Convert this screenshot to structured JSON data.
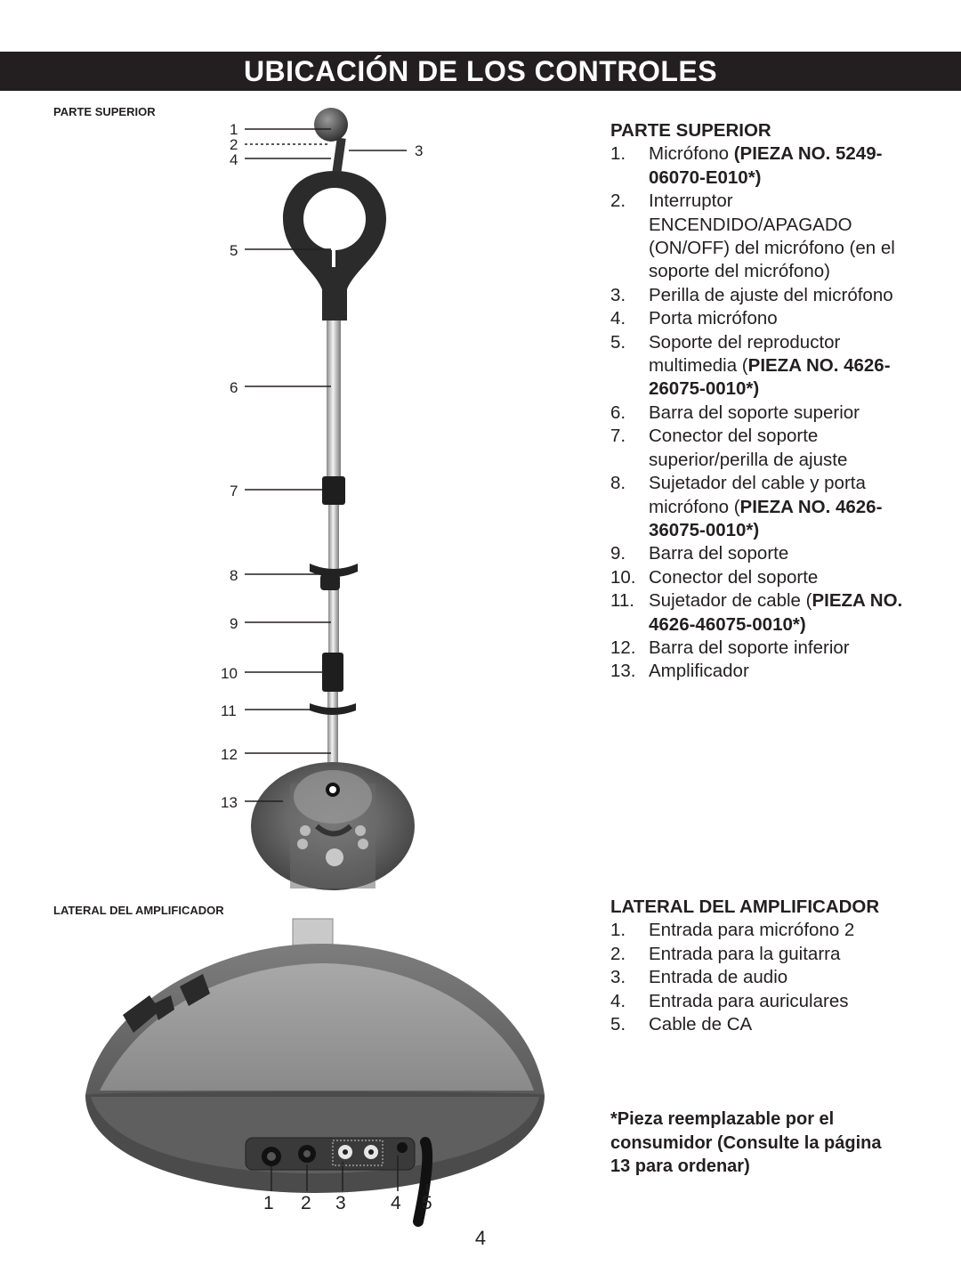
{
  "title": "UBICACIÓN DE LOS CONTROLES",
  "figures": {
    "top_label": "PARTE SUPERIOR",
    "side_label": "LATERAL DEL AMPLIFICADOR",
    "top_callouts": [
      "1",
      "2",
      "3",
      "4",
      "5",
      "6",
      "7",
      "8",
      "9",
      "10",
      "11",
      "12",
      "13"
    ],
    "side_callouts": [
      "1",
      "2",
      "3",
      "4",
      "5"
    ]
  },
  "top_section": {
    "heading": "PARTE SUPERIOR",
    "items": [
      {
        "num": "1.",
        "text": "Micrófono ",
        "bold": "(PIEZA NO. 5249-06070-E010*)",
        "tail": ""
      },
      {
        "num": "2.",
        "text": "Interruptor ENCENDIDO/APAGADO (ON/OFF) del micrófono (en el soporte del micrófono)",
        "bold": "",
        "tail": ""
      },
      {
        "num": "3.",
        "text": "Perilla de ajuste del micrófono",
        "bold": "",
        "tail": ""
      },
      {
        "num": "4.",
        "text": "Porta micrófono",
        "bold": "",
        "tail": ""
      },
      {
        "num": "5.",
        "text": "Soporte del reproductor multimedia (",
        "bold": "PIEZA NO. 4626-26075-0010*)",
        "tail": ""
      },
      {
        "num": "6.",
        "text": "Barra del soporte superior",
        "bold": "",
        "tail": ""
      },
      {
        "num": "7.",
        "text": "Conector del soporte superior/perilla de ajuste",
        "bold": "",
        "tail": ""
      },
      {
        "num": "8.",
        "text": "Sujetador del cable y porta micrófono  (",
        "bold": "PIEZA NO. 4626-36075-0010*)",
        "tail": ""
      },
      {
        "num": "9.",
        "text": "Barra del soporte",
        "bold": "",
        "tail": ""
      },
      {
        "num": "10.",
        "text": "Conector del soporte",
        "bold": "",
        "tail": ""
      },
      {
        "num": "11.",
        "text": "Sujetador de cable (",
        "bold": "PIEZA NO. 4626-46075-0010*)",
        "tail": ""
      },
      {
        "num": "12.",
        "text": "Barra del soporte inferior",
        "bold": "",
        "tail": ""
      },
      {
        "num": "13.",
        "text": "Amplificador",
        "bold": "",
        "tail": ""
      }
    ]
  },
  "side_section": {
    "heading": "LATERAL DEL AMPLIFICADOR",
    "items": [
      {
        "num": "1.",
        "text": "Entrada para micrófono 2"
      },
      {
        "num": "2.",
        "text": "Entrada para la guitarra"
      },
      {
        "num": "3.",
        "text": "Entrada de audio"
      },
      {
        "num": "4.",
        "text": "Entrada para auriculares"
      },
      {
        "num": "5.",
        "text": "Cable de  CA"
      }
    ]
  },
  "note": "*Pieza reemplazable por el consumidor (Consulte la página 13 para ordenar)",
  "page_number": "4"
}
